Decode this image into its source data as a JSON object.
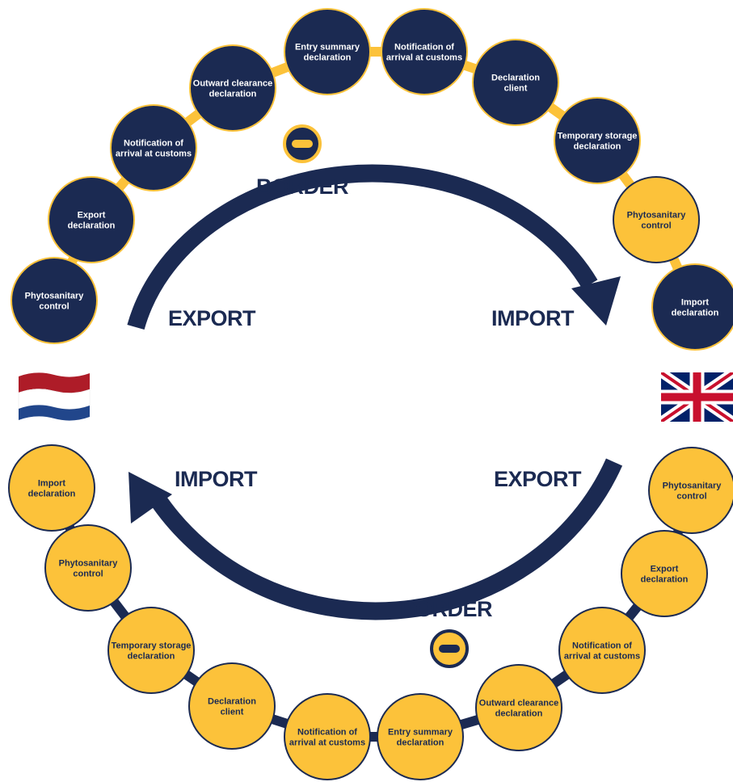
{
  "colors": {
    "navy": "#1b2a52",
    "gold": "#fcc23a",
    "white": "#ffffff"
  },
  "top_flow": {
    "labels": {
      "export": "EXPORT",
      "import": "IMPORT",
      "border": "BORDER"
    },
    "steps": [
      {
        "lines": [
          "Phytosanitary",
          "control"
        ],
        "state": "done"
      },
      {
        "lines": [
          "Export",
          "declaration"
        ],
        "state": "done"
      },
      {
        "lines": [
          "Notification of",
          "arrival at customs"
        ],
        "state": "done"
      },
      {
        "lines": [
          "Outward clearance",
          "declaration"
        ],
        "state": "done"
      },
      {
        "lines": [
          "Entry summary",
          "declaration"
        ],
        "state": "done"
      },
      {
        "lines": [
          "Notification of",
          "arrival at customs"
        ],
        "state": "done"
      },
      {
        "lines": [
          "Declaration",
          "client"
        ],
        "state": "done"
      },
      {
        "lines": [
          "Temporary storage",
          "declaration"
        ],
        "state": "done"
      },
      {
        "lines": [
          "Phytosanitary",
          "control"
        ],
        "state": "pending"
      },
      {
        "lines": [
          "Import",
          "declaration"
        ],
        "state": "done"
      }
    ]
  },
  "bottom_flow": {
    "labels": {
      "export": "EXPORT",
      "import": "IMPORT",
      "border": "BORDER"
    },
    "steps": [
      {
        "lines": [
          "Phytosanitary",
          "control"
        ],
        "state": "pending"
      },
      {
        "lines": [
          "Export",
          "declaration"
        ],
        "state": "pending"
      },
      {
        "lines": [
          "Notification of",
          "arrival at customs"
        ],
        "state": "pending"
      },
      {
        "lines": [
          "Outward clearance",
          "declaration"
        ],
        "state": "pending"
      },
      {
        "lines": [
          "Entry summary",
          "declaration"
        ],
        "state": "pending"
      },
      {
        "lines": [
          "Notification of",
          "arrival at customs"
        ],
        "state": "pending"
      },
      {
        "lines": [
          "Declaration",
          "client"
        ],
        "state": "pending"
      },
      {
        "lines": [
          "Temporary storage",
          "declaration"
        ],
        "state": "pending"
      },
      {
        "lines": [
          "Phytosanitary",
          "control"
        ],
        "state": "pending"
      },
      {
        "lines": [
          "Import",
          "declaration"
        ],
        "state": "pending"
      }
    ]
  },
  "flags": {
    "left": "netherlands-flag-icon",
    "right": "uk-flag-icon"
  }
}
